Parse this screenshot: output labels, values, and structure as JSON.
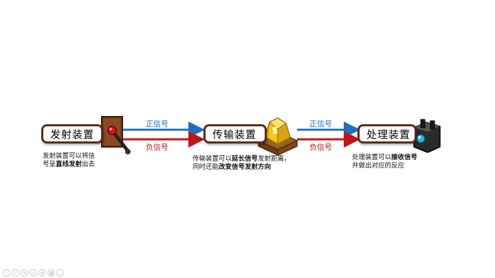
{
  "nodes": [
    {
      "id": "emitter",
      "label": "发射装置",
      "desc": [
        [
          "发射装置可以将信"
        ],
        [
          "号呈",
          "直线发射",
          "出去"
        ]
      ]
    },
    {
      "id": "transmitter",
      "label": "传输装置",
      "desc": [
        [
          "传输装置可以",
          "延长信号",
          "发射距离，"
        ],
        [
          "同时还能",
          "改变信号发射方向"
        ]
      ]
    },
    {
      "id": "processor",
      "label": "处理装置",
      "desc": [
        [
          "处理装置可以",
          "接收信号"
        ],
        [
          "并做出对应的反应"
        ]
      ]
    }
  ],
  "edges": [
    {
      "from": "emitter",
      "to": "transmitter",
      "positive_label": "正信号",
      "negative_label": "负信号"
    },
    {
      "from": "transmitter",
      "to": "processor",
      "positive_label": "正信号",
      "negative_label": "负信号"
    }
  ],
  "colors": {
    "positive": "#1f6fbf",
    "negative": "#c0141a",
    "box_border": "#5a2a1a"
  },
  "icons": {
    "emitter": "lever-switch-icon",
    "transmitter": "gold-crystal-block-icon",
    "processor": "signal-receiver-block-icon"
  },
  "toolbar_icons": [
    "prev-icon",
    "next-icon",
    "pen-icon",
    "eraser-icon",
    "zoom-icon",
    "grid-icon",
    "more-icon"
  ]
}
